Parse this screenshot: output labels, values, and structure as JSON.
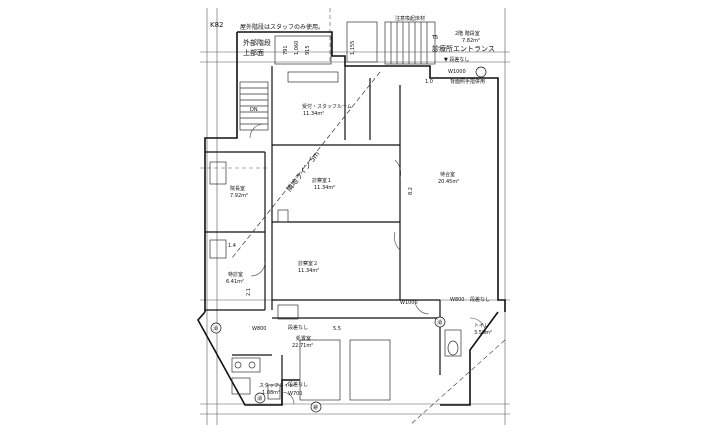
{
  "header": {
    "code": "K82",
    "note_top": "屋外階段はスタッフのみ使用。",
    "note_right": "注意喚起床材",
    "stair_label_line1": "外部階段",
    "stair_label_line2": "上部面",
    "dims_stair": [
      "791",
      "1,060",
      "915",
      "1,155"
    ]
  },
  "entrance": {
    "floor_label": "2階 階段室",
    "floor_area": "7.82m²",
    "entrance_label": "診療所エントランス",
    "entrance_note": "▼ 段差なし",
    "door_w": "W1000",
    "dim": "1.0",
    "handrail": "背面照手摺併用",
    "dim_t": "T5"
  },
  "rooms": [
    {
      "id": "reception",
      "name": "受付・スタッフルーム",
      "area": "11.34m²"
    },
    {
      "id": "director",
      "name": "院長室",
      "area": "7.92m²"
    },
    {
      "id": "exam1",
      "name": "診察室１",
      "area": "11.34m²"
    },
    {
      "id": "waiting",
      "name": "待合室",
      "area": "20.45m²"
    },
    {
      "id": "exam2",
      "name": "診察室２",
      "area": "11.34m²"
    },
    {
      "id": "special",
      "name": "特診室",
      "area": "6.41m²"
    },
    {
      "id": "treatment",
      "name": "処置室",
      "area": "22.71m²"
    },
    {
      "id": "toilet",
      "name": "トイレ",
      "area": "3.50m²"
    },
    {
      "id": "staff_toilet",
      "name": "スタッフトイレ",
      "area": "1.08m²"
    }
  ],
  "labels": {
    "dn": "DN",
    "diagonal": "隣地ライン 5m",
    "dim_82": "8.2",
    "dim_14": "1.4",
    "dim_21": "2.1",
    "dim_55": "5.5",
    "door_w1000": "W1000",
    "door_w800a": "W800",
    "door_w800b": "W800",
    "door_w700": "W700",
    "step_none_a": "段差なし",
    "step_none_b": "段差なし",
    "step_none_c": "段差なし",
    "mark_a": "消",
    "mark_b": "消",
    "mark_c": "消",
    "mark_d": "避"
  }
}
